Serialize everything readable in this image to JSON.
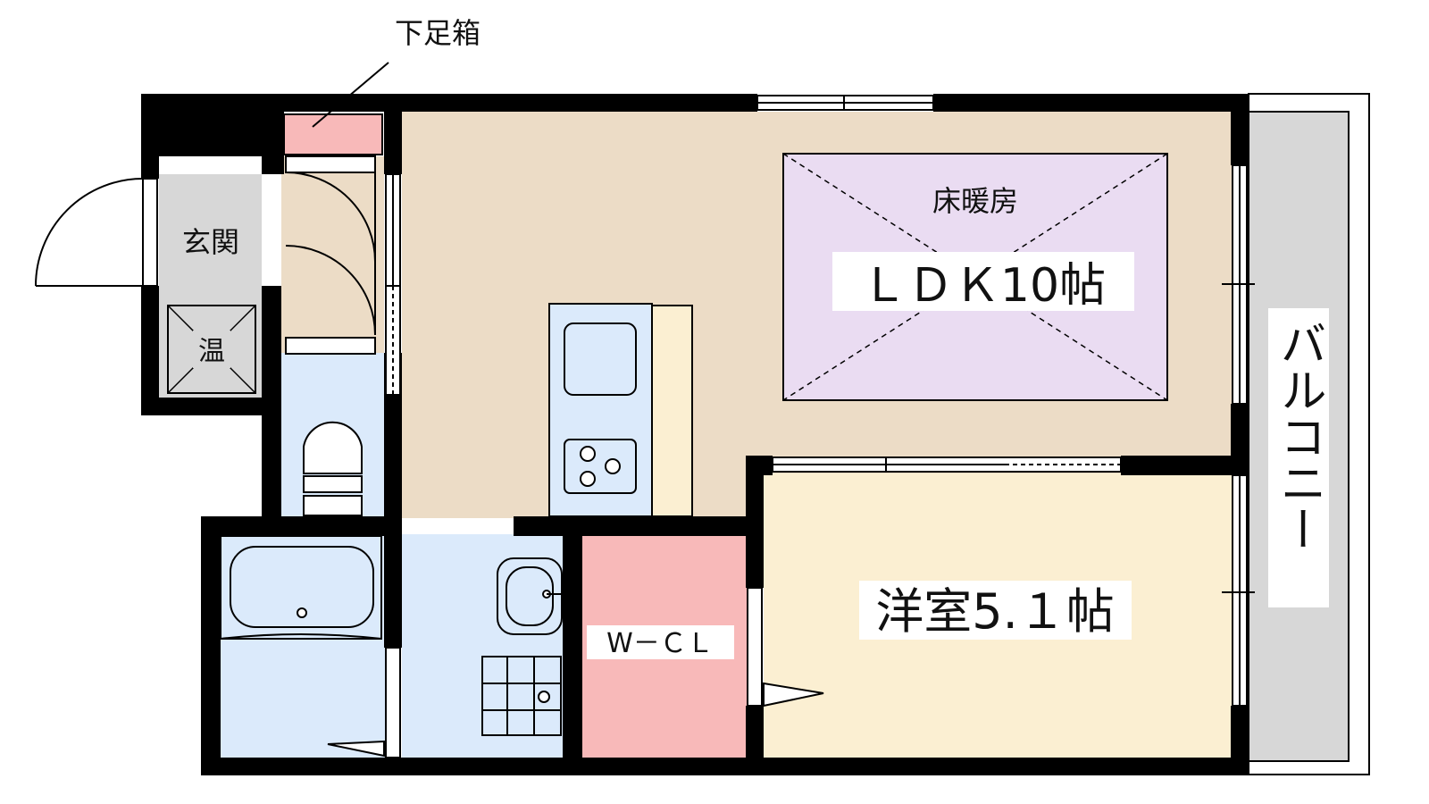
{
  "labels": {
    "entrance": "玄関",
    "shoe_box": "下足箱",
    "water_heater": "温",
    "floor_heating": "床暖房",
    "ldk": "ＬＤＫ10帖",
    "western_room": "洋室5.１帖",
    "walk_in_closet": "W－ＣＬ",
    "balcony": "バルコニー"
  },
  "colors": {
    "wall": "#000000",
    "ldk_floor": "#ecdcc6",
    "floor_heating": "#eadcf2",
    "wet_area": "#dbeafb",
    "western_room": "#fbefd2",
    "closet": "#f8b9b9",
    "shoe_box": "#f8b9b9",
    "entrance": "#d7d7d7",
    "balcony": "#d7d7d7",
    "counter": "#fbefd2"
  }
}
